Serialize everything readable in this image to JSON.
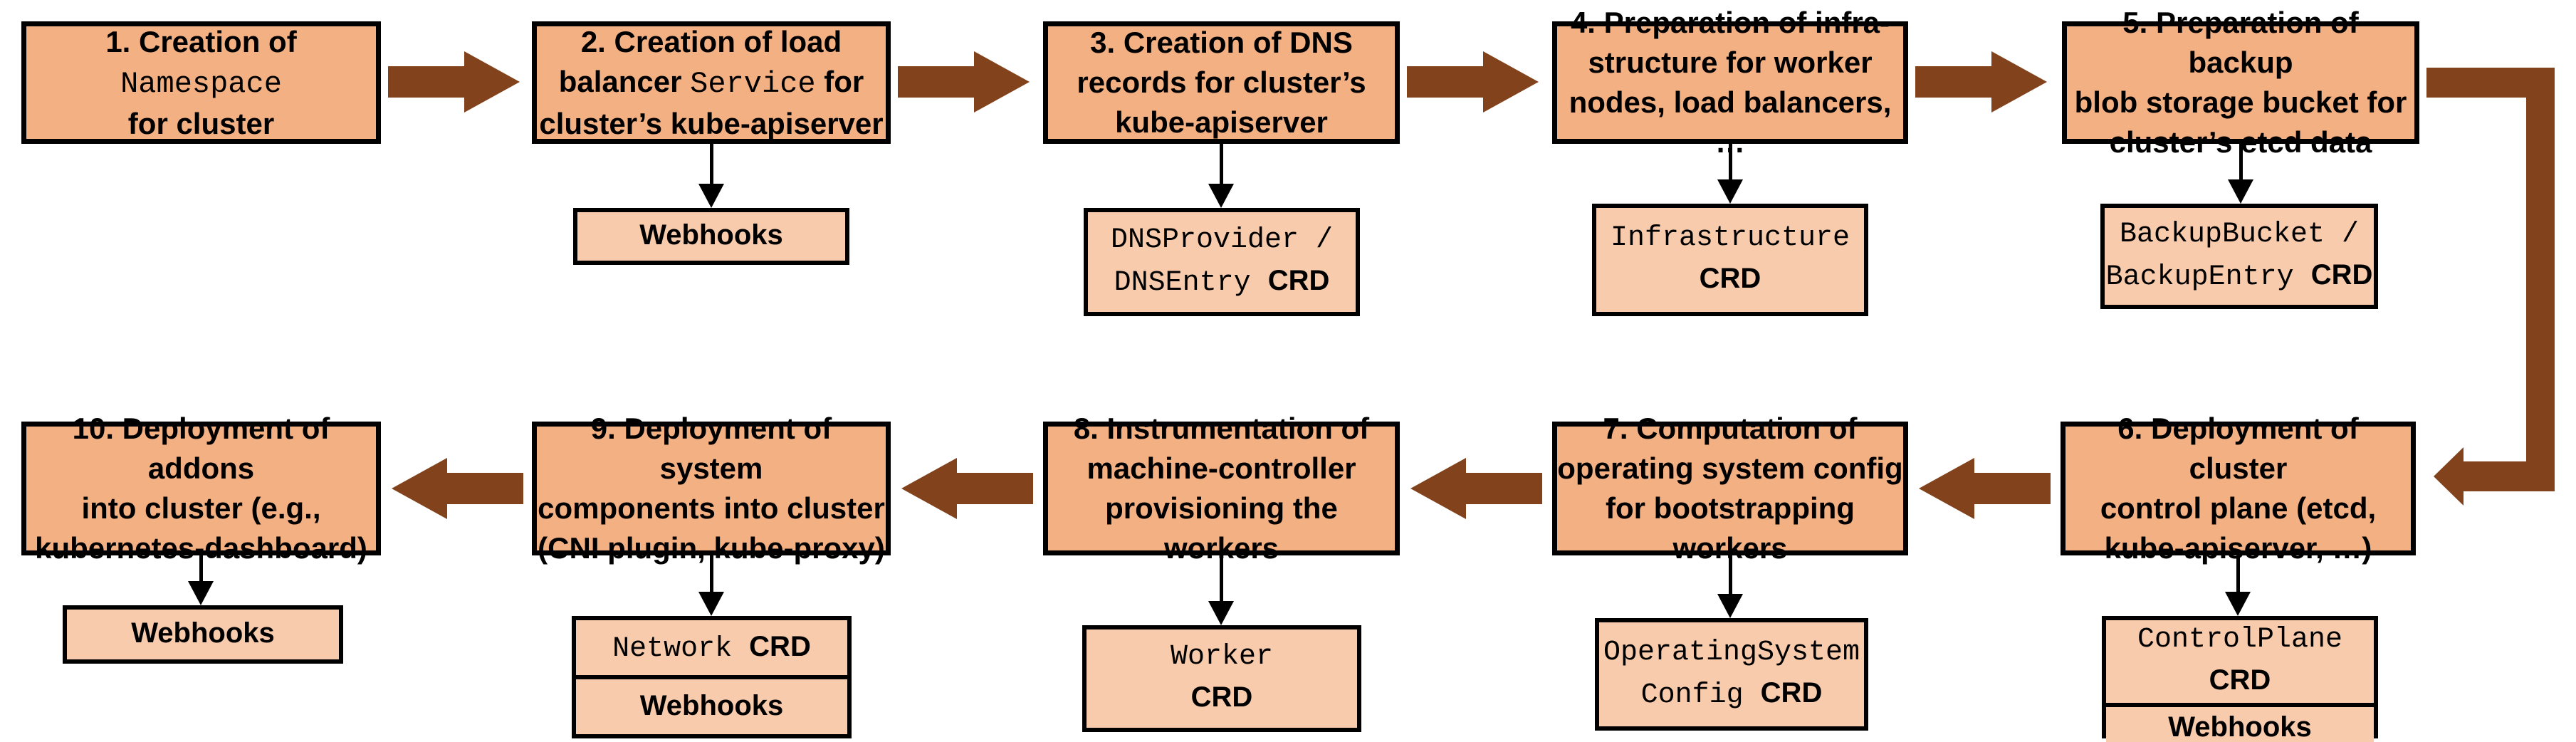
{
  "colors": {
    "main_box_fill": "#F3B083",
    "sub_box_fill": "#F7CBAC",
    "arrow_brown": "#82421B",
    "border_black": "#000000",
    "background": "#FFFFFF"
  },
  "flow": {
    "top_row_order": [
      "step-1",
      "step-2",
      "step-3",
      "step-4",
      "step-5"
    ],
    "bottom_row_order": [
      "step-6",
      "step-7",
      "step-8",
      "step-9",
      "step-10"
    ],
    "direction_top": "left-to-right",
    "direction_bottom": "right-to-left"
  },
  "steps": [
    {
      "name": "step-1",
      "title": [
        {
          "t": "1. Creation of\n"
        },
        {
          "t": "Namespace",
          "s": "mono"
        },
        {
          "t": "\nfor cluster"
        }
      ],
      "sub_cells": []
    },
    {
      "name": "step-2",
      "title": [
        {
          "t": "2. Creation of load\nbalancer "
        },
        {
          "t": "Service",
          "s": "mono"
        },
        {
          "t": " for\ncluster’s kube-apiserver"
        }
      ],
      "sub_cells": [
        [
          {
            "t": "Webhooks",
            "s": "sans"
          }
        ]
      ]
    },
    {
      "name": "step-3",
      "title": [
        {
          "t": "3. Creation of DNS\nrecords for cluster’s\nkube-apiserver"
        }
      ],
      "sub_cells": [
        [
          {
            "t": "DNSProvider /\nDNSEntry ",
            "s": "mono"
          },
          {
            "t": "CRD",
            "s": "sans"
          }
        ]
      ]
    },
    {
      "name": "step-4",
      "title": [
        {
          "t": "4. Preparation of infra-\nstructure for worker\nnodes, load balancers, …"
        }
      ],
      "sub_cells": [
        [
          {
            "t": "Infrastructure\n",
            "s": "mono"
          },
          {
            "t": "CRD",
            "s": "sans"
          }
        ]
      ]
    },
    {
      "name": "step-5",
      "title": [
        {
          "t": "5. Preparation of backup\nblob storage bucket for\ncluster’s etcd data"
        }
      ],
      "sub_cells": [
        [
          {
            "t": "BackupBucket /\nBackupEntry ",
            "s": "mono"
          },
          {
            "t": "CRD",
            "s": "sans"
          }
        ]
      ]
    },
    {
      "name": "step-6",
      "title": [
        {
          "t": "6. Deployment of cluster\ncontrol plane (etcd,\nkube-apiserver, …)"
        }
      ],
      "sub_cells": [
        [
          {
            "t": "ControlPlane ",
            "s": "mono"
          },
          {
            "t": "CRD",
            "s": "sans"
          }
        ],
        [
          {
            "t": "Webhooks",
            "s": "sans"
          }
        ]
      ]
    },
    {
      "name": "step-7",
      "title": [
        {
          "t": "7. Computation of\noperating system config\nfor bootstrapping workers"
        }
      ],
      "sub_cells": [
        [
          {
            "t": "OperatingSystem\nConfig ",
            "s": "mono"
          },
          {
            "t": "CRD",
            "s": "sans"
          }
        ]
      ]
    },
    {
      "name": "step-8",
      "title": [
        {
          "t": "8. Instrumentation of\nmachine-controller\nprovisioning the workers"
        }
      ],
      "sub_cells": [
        [
          {
            "t": "Worker\n",
            "s": "mono"
          },
          {
            "t": "CRD",
            "s": "sans"
          }
        ]
      ]
    },
    {
      "name": "step-9",
      "title": [
        {
          "t": "9. Deployment of system\ncomponents into cluster\n(CNI plugin, kube-proxy)"
        }
      ],
      "sub_cells": [
        [
          {
            "t": "Network ",
            "s": "mono"
          },
          {
            "t": "CRD",
            "s": "sans"
          }
        ],
        [
          {
            "t": "Webhooks",
            "s": "sans"
          }
        ]
      ]
    },
    {
      "name": "step-10",
      "title": [
        {
          "t": "10. Deployment of addons\ninto cluster (e.g.,\nkubernetes-dashboard)"
        }
      ],
      "sub_cells": [
        [
          {
            "t": "Webhooks",
            "s": "sans"
          }
        ]
      ]
    }
  ]
}
